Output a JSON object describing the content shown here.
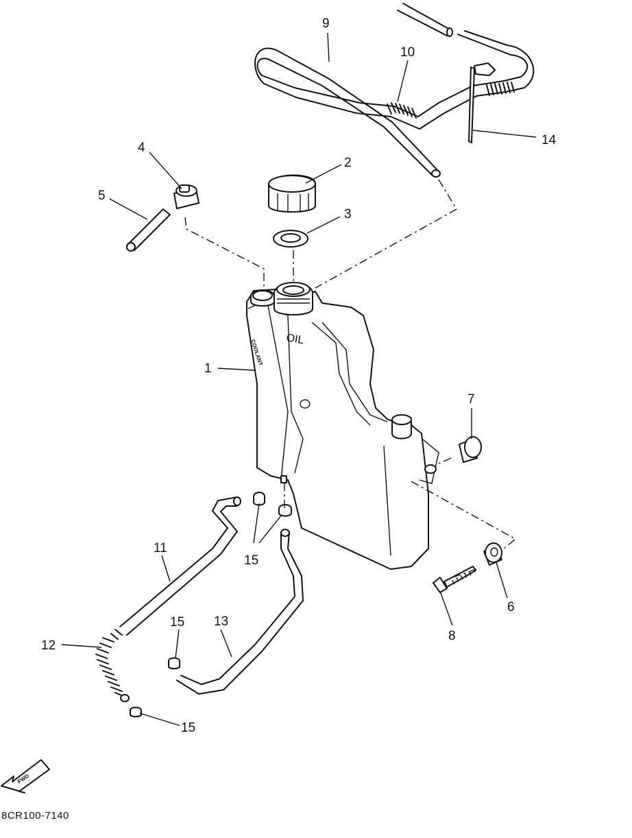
{
  "diagram": {
    "code": "8CR100-7140",
    "tank_markings": {
      "oil": "OIL",
      "coolant": "COOLANT"
    },
    "fwd_arrow": "FWD",
    "callouts": [
      {
        "id": "c1",
        "text": "1"
      },
      {
        "id": "c2",
        "text": "2"
      },
      {
        "id": "c3",
        "text": "3"
      },
      {
        "id": "c4",
        "text": "4"
      },
      {
        "id": "c5",
        "text": "5"
      },
      {
        "id": "c6",
        "text": "6"
      },
      {
        "id": "c7",
        "text": "7"
      },
      {
        "id": "c8",
        "text": "8"
      },
      {
        "id": "c9",
        "text": "9"
      },
      {
        "id": "c10",
        "text": "10"
      },
      {
        "id": "c11",
        "text": "11"
      },
      {
        "id": "c12",
        "text": "12"
      },
      {
        "id": "c13",
        "text": "13"
      },
      {
        "id": "c14",
        "text": "14"
      },
      {
        "id": "c15a",
        "text": "15"
      },
      {
        "id": "c15b",
        "text": "15"
      },
      {
        "id": "c15c",
        "text": "15"
      }
    ]
  }
}
